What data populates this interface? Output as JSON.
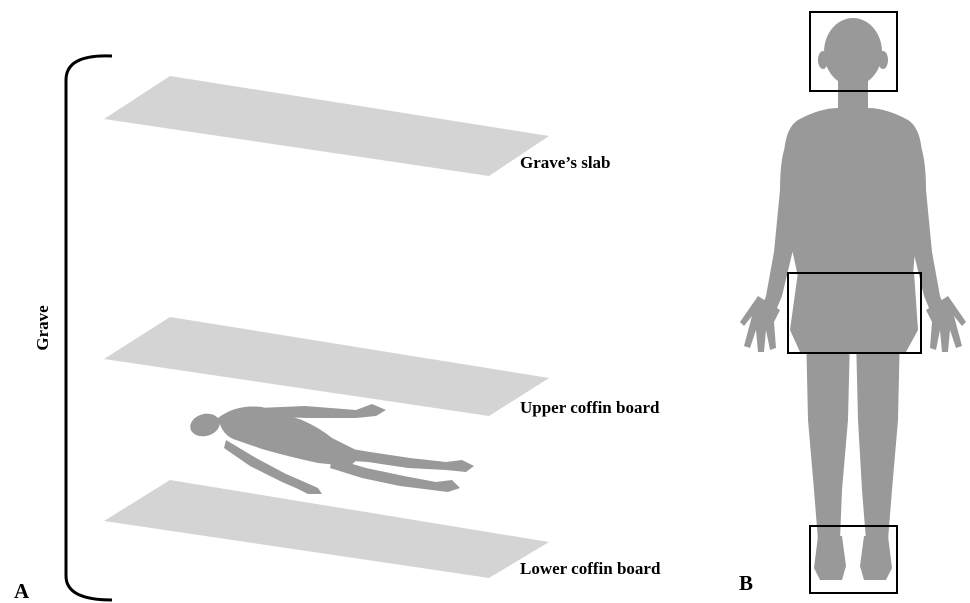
{
  "panel_a": {
    "letter": "A",
    "bracket_label": "Grave",
    "layers": [
      {
        "id": "slab",
        "label": "Grave’s slab"
      },
      {
        "id": "upper",
        "label": "Upper coffin board"
      },
      {
        "id": "lower",
        "label": "Lower coffin board"
      }
    ]
  },
  "panel_b": {
    "letter": "B",
    "regions": [
      "head",
      "pelvis",
      "feet"
    ]
  },
  "colors": {
    "board": "#d4d4d4",
    "body": "#999999",
    "ink": "#000000"
  }
}
